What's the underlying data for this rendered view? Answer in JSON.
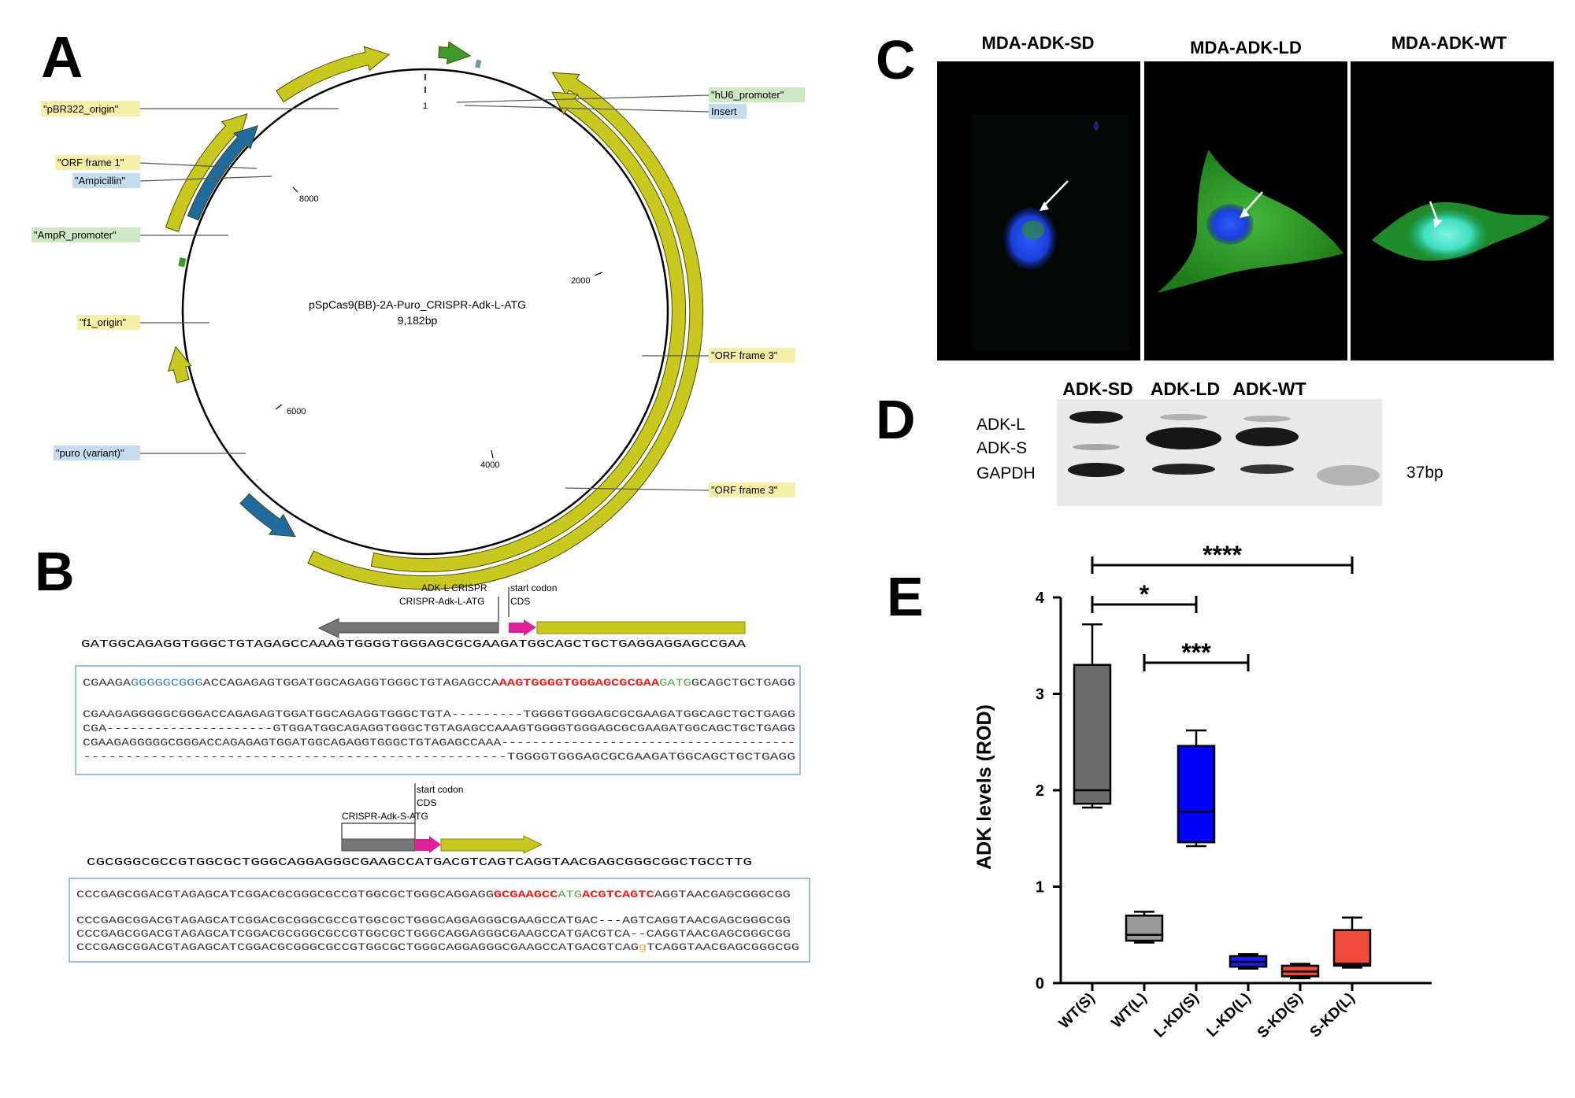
{
  "panels": {
    "A": "A",
    "B": "B",
    "C": "C",
    "D": "D",
    "E": "E"
  },
  "plasmid": {
    "name": "pSpCas9(BB)-2A-Puro_CRISPR-Adk-L-ATG",
    "size": "9,182bp",
    "ticks": {
      "t1": "1",
      "t2000": "2000",
      "t4000": "4000",
      "t6000": "6000",
      "t8000": "8000"
    },
    "labels": {
      "pbr322": "\"pBR322_origin\"",
      "orf1": "\"ORF frame 1\"",
      "amp": "\"Ampicillin\"",
      "ampr": "\"AmpR_promoter\"",
      "f1": "\"f1_origin\"",
      "puro": "\"puro (variant)\"",
      "hu6": "\"hU6_promoter\"",
      "insert": "Insert",
      "orf3a": "\"ORF frame 3\"",
      "orf3b": "\"ORF frame 3\""
    },
    "colors": {
      "yellow": "#c8c81e",
      "blue": "#1f6b9e",
      "green": "#3d9a2b",
      "labelYellow": "#f5f0a8",
      "labelGreen": "#cfe8c4",
      "labelBlue": "#c4dcef"
    }
  },
  "seqL": {
    "ann1": "ADK-L CRISPR",
    "ann2": "CRISPR-Adk-L-ATG",
    "ann3": "start codon",
    "ann4": "CDS",
    "ref": "GATGGCAGAGGTGGGCTGTAGAGCCAAAGTGGGGTGGGAGCGCGAAGATGGCAGCTGCTGAGGAGGAGCCGAA",
    "wt_a": "CGAAGA",
    "wt_b": "GGGGGCGGG",
    "wt_c": "ACCAGAGAGTGGATGGCAGAGGTGGGCTGTAGAGCCA",
    "wt_d": "AAGTGGGGTGGGAGCGCGAA",
    "wt_e": "GATG",
    "wt_f": "GCAGCTGCTGAGG",
    "m1": "CGAAGAGGGGGCGGGACCAGAGAGTGGATGGCAGAGGTGGGCTGTA---------TGGGGTGGGAGCGCGAAGATGGCAGCTGCTGAGG",
    "m2": "CGA---------------------GTGGATGGCAGAGGTGGGCTGTAGAGCCAAAGTGGGGTGGGAGCGCGAAGATGGCAGCTGCTGAGG",
    "m3": "CGAAGAGGGGGCGGGACCAGAGAGTGGATGGCAGAGGTGGGCTGTAGAGCCAAA--------------------------------------",
    "m4": "--------------------------------------------------TGGGGTGGGAGCGCGAAGATGGCAGCTGCTGAGG"
  },
  "seqS": {
    "ann1": "start codon",
    "ann2": "CDS",
    "ann3": "CRISPR-Adk-S-ATG",
    "ref": "CGCGGGCGCCGTGGCGCTGGGCAGGAGGGCGAAGCCATGACGTCAGTCAGGTAACGAGCGGGCGGCTGCCTTG",
    "wt_a": "CCCGAGCGGACGTAGAGCATCGGACGCGGGCGCCGTGGCGCTGGGCAGGAGG",
    "wt_b": "GCGAAGCC",
    "wt_c": "ATG",
    "wt_d": "ACGTCAGTC",
    "wt_e": "AGGTAACGAGCGGGCGG",
    "m1": "CCCGAGCGGACGTAGAGCATCGGACGCGGGCGCCGTGGCGCTGGGCAGGAGGGCGAAGCCATGAC---AGTCAGGTAACGAGCGGGCGG",
    "m2": "CCCGAGCGGACGTAGAGCATCGGACGCGGGCGCCGTGGCGCTGGGCAGGAGGGCGAAGCCATGACGTCA--CAGGTAACGAGCGGGCGG",
    "m3a": "CCCGAGCGGACGTAGAGCATCGGACGCGGGCGCCGTGGCGCTGGGCAGGAGGGCGAAGCCATGACGTCAG",
    "m3b": "g",
    "m3c": "TCAGGTAACGAGCGGGCGG"
  },
  "micro": {
    "t1": "MDA-ADK-SD",
    "t2": "MDA-ADK-LD",
    "t3": "MDA-ADK-WT"
  },
  "blot": {
    "h1": "ADK-SD",
    "h2": "ADK-LD",
    "h3": "ADK-WT",
    "r1": "ADK-L",
    "r2": "ADK-S",
    "r3": "GAPDH",
    "marker": "37bp"
  },
  "chart_data": {
    "type": "box",
    "ylabel": "ADK levels (ROD)",
    "ylim": [
      0,
      4
    ],
    "yticks": [
      "0",
      "1",
      "2",
      "3",
      "4"
    ],
    "categories": [
      "WT(S)",
      "WT(L)",
      "L-KD(S)",
      "L-KD(L)",
      "S-KD(S)",
      "S-KD(L)"
    ],
    "boxes": [
      {
        "min": 1.82,
        "q1": 1.86,
        "median": 2.0,
        "q3": 3.3,
        "max": 3.72,
        "color": "#6b6b6b"
      },
      {
        "min": 0.42,
        "q1": 0.44,
        "median": 0.5,
        "q3": 0.7,
        "max": 0.74,
        "color": "#9a9a9a"
      },
      {
        "min": 1.42,
        "q1": 1.46,
        "median": 1.78,
        "q3": 2.46,
        "max": 2.62,
        "color": "#0000ff"
      },
      {
        "min": 0.15,
        "q1": 0.17,
        "median": 0.22,
        "q3": 0.28,
        "max": 0.3,
        "color": "#1a1aff"
      },
      {
        "min": 0.05,
        "q1": 0.07,
        "median": 0.12,
        "q3": 0.18,
        "max": 0.2,
        "color": "#e84a3c"
      },
      {
        "min": 0.16,
        "q1": 0.18,
        "median": 0.2,
        "q3": 0.55,
        "max": 0.68,
        "color": "#f04a3c"
      }
    ],
    "significance": [
      {
        "from": 0,
        "to": 5,
        "label": "****"
      },
      {
        "from": 0,
        "to": 2,
        "label": "*"
      },
      {
        "from": 1,
        "to": 3,
        "label": "***"
      }
    ]
  }
}
